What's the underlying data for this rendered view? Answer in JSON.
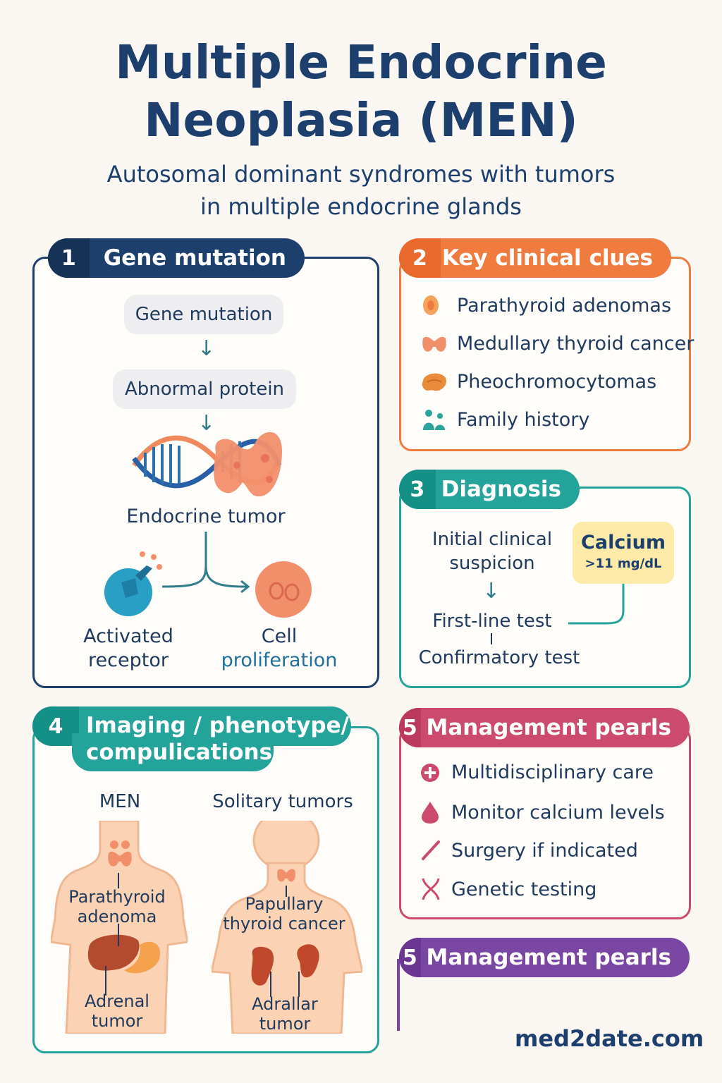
{
  "header": {
    "title_line1": "Multiple Endocrine",
    "title_line2": "Neoplasia (MEN)",
    "subtitle_line1": "Autosomal dominant syndromes with tumors",
    "subtitle_line2": "in multiple endocrine glands"
  },
  "panel1": {
    "num": "1",
    "title": "Gene mutation",
    "step1": "Gene mutation",
    "step2": "Abnormal protein",
    "step3": "Endocrine tumor",
    "left_line1": "Activated",
    "left_line2": "receptor",
    "right_line1": "Cell",
    "right_line2": "proliferation",
    "arrow": "↓"
  },
  "panel2": {
    "num": "2",
    "title": "Key clinical clues",
    "items": [
      {
        "label": "Parathyroid adenomas",
        "icon": "parathyroid-icon"
      },
      {
        "label": "Medullary thyroid cancer",
        "icon": "thyroid-icon"
      },
      {
        "label": "Pheochromocytomas",
        "icon": "adrenal-icon"
      },
      {
        "label": "Family history",
        "icon": "family-icon"
      }
    ]
  },
  "panel3": {
    "num": "3",
    "title": "Diagnosis",
    "step1_line1": "Initial clinical",
    "step1_line2": "suspicion",
    "step2": "First-line test",
    "step3": "Confirmatory test",
    "calcium_label": "Calcium",
    "calcium_value": ">11 mg/dL"
  },
  "panel4": {
    "num": "4",
    "title_line1": "Imaging / phenotype/",
    "title_line2": "compulications",
    "left_head": "MEN",
    "right_head": "Solitary tumors",
    "left_label1_line1": "Parathyroid",
    "left_label1_line2": "adenoma",
    "left_label2_line1": "Adrenal",
    "left_label2_line2": "tumor",
    "right_label1_line1": "Papullary",
    "right_label1_line2": "thyroid cancer",
    "right_label2_line1": "Adrallar",
    "right_label2_line2": "tumor"
  },
  "panel5": {
    "num": "5",
    "title": "Management pearls",
    "items": [
      {
        "label": "Multidisciplinary care",
        "icon": "plus-circle-icon"
      },
      {
        "label": "Monitor calcium levels",
        "icon": "drop-icon"
      },
      {
        "label": "Surgery if indicated",
        "icon": "scalpel-icon"
      },
      {
        "label": "Genetic testing",
        "icon": "dna-icon"
      }
    ]
  },
  "panel6": {
    "num": "5",
    "title": "Management pearls"
  },
  "footer": {
    "site": "med2date.com"
  },
  "colors": {
    "navy": "#1d3f6e",
    "orange": "#f07b3e",
    "teal": "#23a399",
    "rose": "#cc4a6d",
    "purple": "#7a46a3"
  }
}
